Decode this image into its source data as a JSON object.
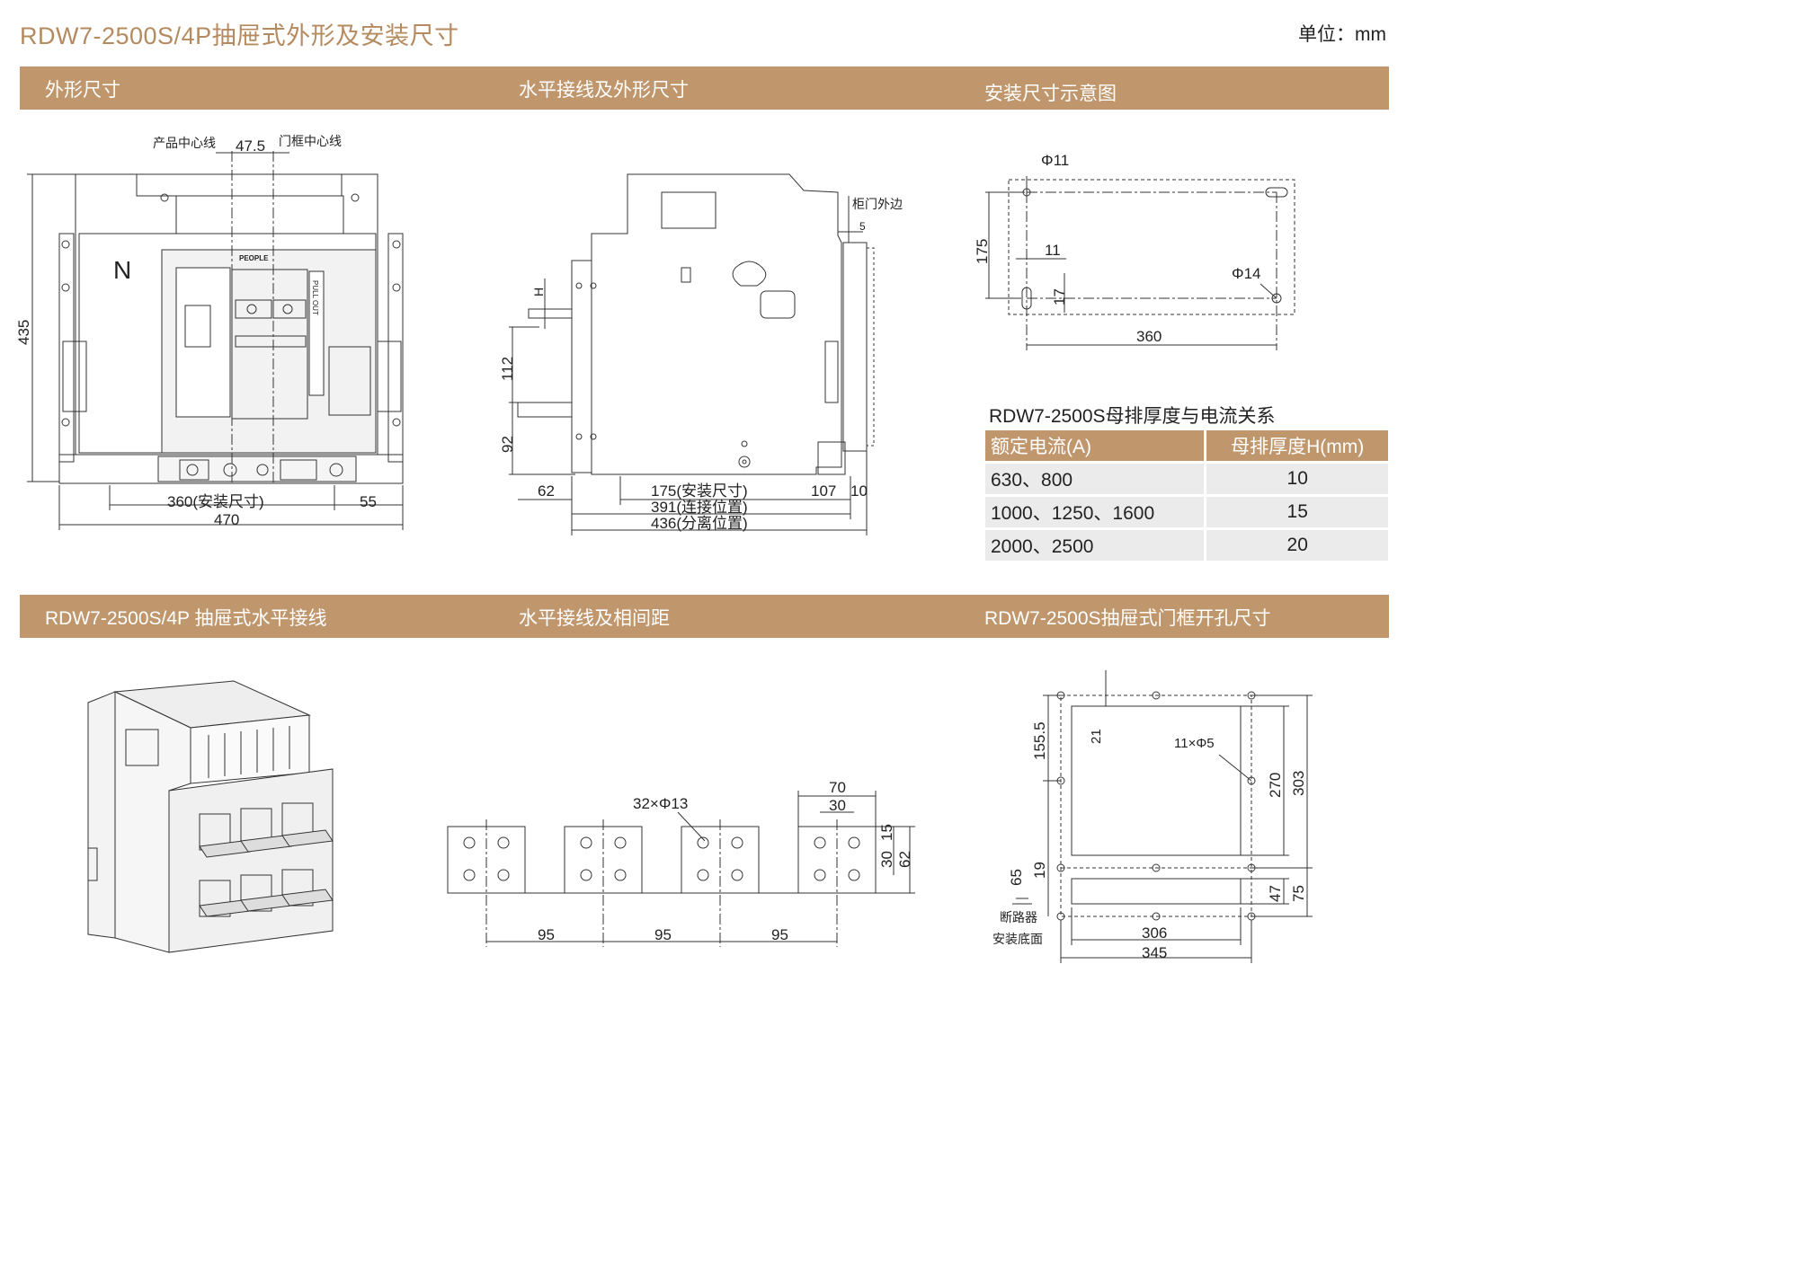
{
  "header": {
    "title": "RDW7-2500S/4P抽屉式外形及安装尺寸",
    "unit": "单位：mm"
  },
  "sections": {
    "outline": "外形尺寸",
    "horizontal_outline": "水平接线及外形尺寸",
    "mounting": "安装尺寸示意图",
    "drawout_horizontal": "RDW7-2500S/4P  抽屉式水平接线",
    "phase_spacing": "水平接线及相间距",
    "door_cutout": "RDW7-2500S抽屉式门框开孔尺寸"
  },
  "outline_view": {
    "product_centerline": "产品中心线",
    "door_centerline": "门框中心线",
    "offset": "47.5",
    "height": "435",
    "mount_width": "360(安装尺寸)",
    "right_offset": "55",
    "total_width": "470",
    "brand": "PEOPLE",
    "pull_out": "PULL OUT",
    "neutral": "N"
  },
  "side_view": {
    "door_edge": "柜门外边",
    "door_gap": "5",
    "h_label": "H",
    "d112": "112",
    "d92": "92",
    "d62": "62",
    "d175": "175(安装尺寸)",
    "d107": "107",
    "d10": "10",
    "d391": "391(连接位置)",
    "d436": "436(分离位置)"
  },
  "mounting_view": {
    "hole1": "Φ11",
    "hole2": "Φ14",
    "d175": "175",
    "d11": "11",
    "d17": "17",
    "d360": "360"
  },
  "busbar_table": {
    "title": "RDW7-2500S母排厚度与电流关系",
    "headers": [
      "额定电流(A)",
      "母排厚度H(mm)"
    ],
    "rows": [
      [
        "630、800",
        "10"
      ],
      [
        "1000、1250、1600",
        "15"
      ],
      [
        "2000、2500",
        "20"
      ]
    ]
  },
  "phase_view": {
    "holes": "32×Φ13",
    "d70": "70",
    "d30": "30",
    "d15": "15",
    "d30b": "30",
    "d62": "62",
    "spacings": [
      "95",
      "95",
      "95"
    ]
  },
  "cutout_view": {
    "d155": "155.5",
    "d21": "21",
    "holes": "11×Φ5",
    "d270": "270",
    "d303": "303",
    "d65": "65",
    "d19": "19",
    "d47": "47",
    "d75": "75",
    "d306": "306",
    "d345": "345",
    "breaker": "断路器",
    "bottom": "安装底面"
  }
}
